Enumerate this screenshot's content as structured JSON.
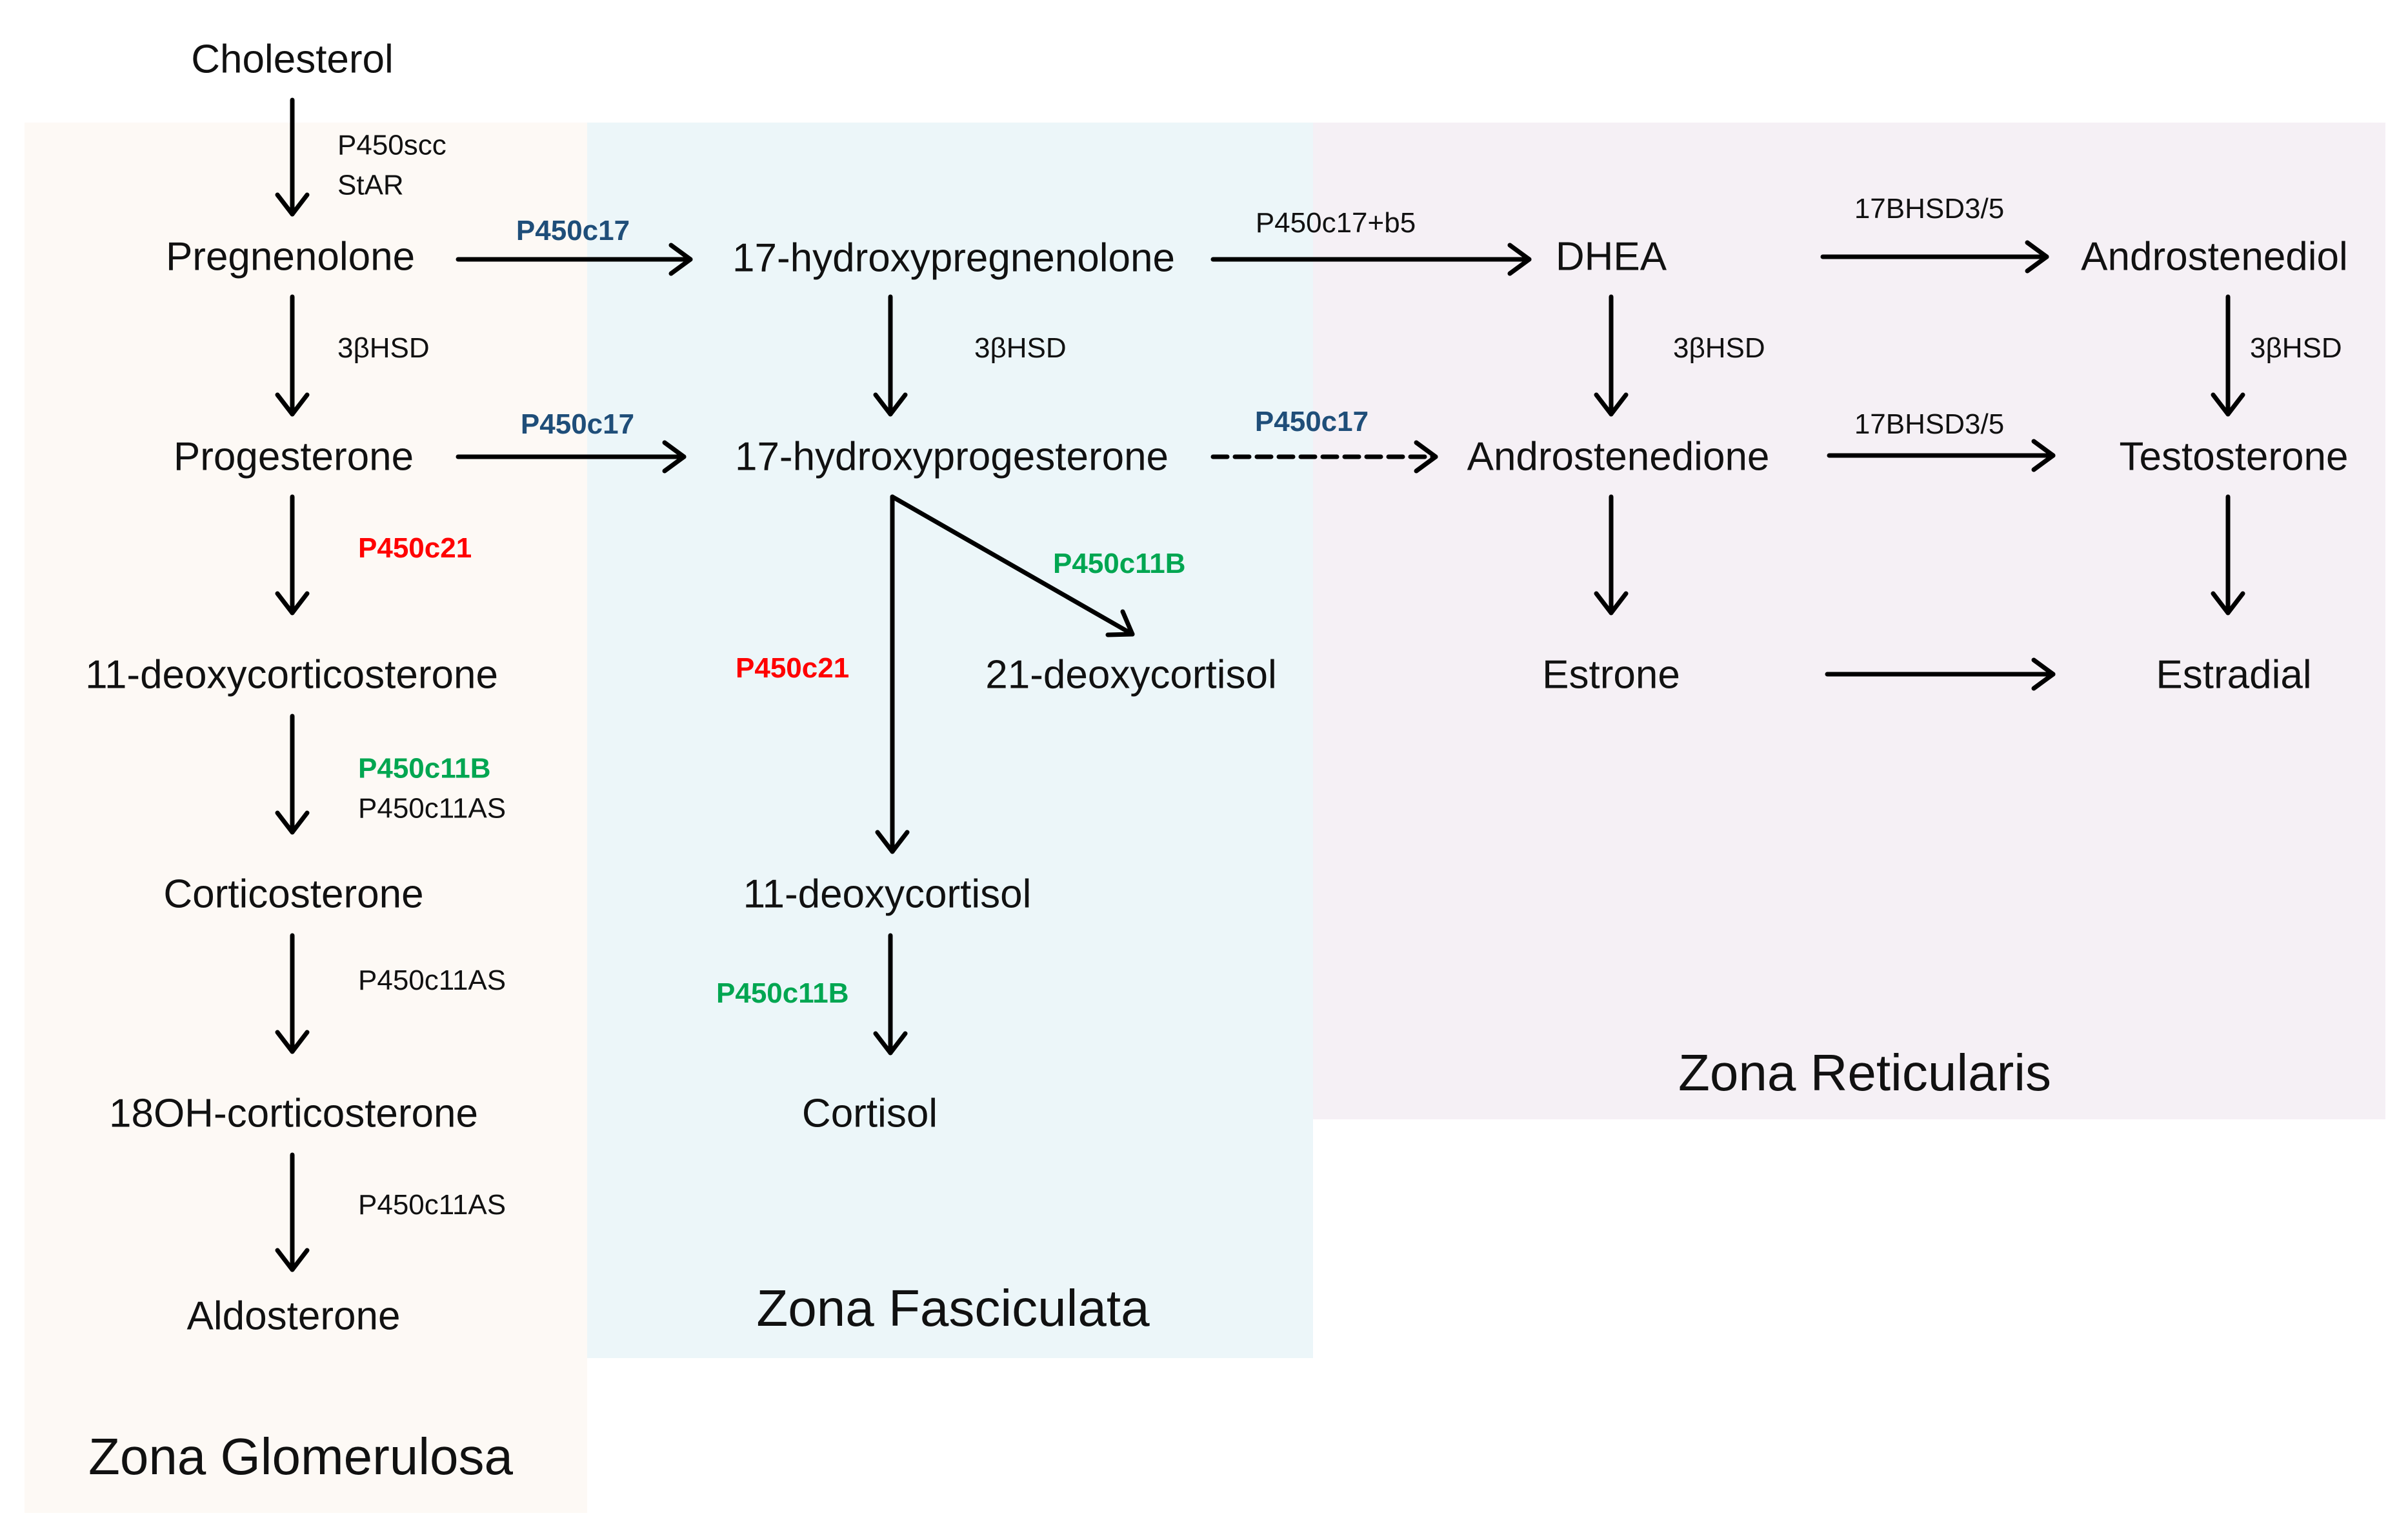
{
  "colors": {
    "arrow": "#000000",
    "enzyme_default": "#111111",
    "enzyme_blue": "#1f4e79",
    "enzyme_red": "#ff0000",
    "enzyme_green": "#00a651",
    "zone_glomerulosa_bg": "#fdf9f5",
    "zone_fasciculata_bg": "#ecf6f9",
    "zone_reticularis_bg": "#f5f0f5"
  },
  "zones": {
    "glomerulosa": "Zona Glomerulosa",
    "fasciculata": "Zona Fasciculata",
    "reticularis": "Zona Reticularis"
  },
  "nodes": {
    "cholesterol": "Cholesterol",
    "pregnenolone": "Pregnenolone",
    "hydroxypregnenolone": "17-hydroxypregnenolone",
    "dhea": "DHEA",
    "androstenediol": "Androstenediol",
    "progesterone": "Progesterone",
    "hydroxyprogesterone": "17-hydroxyprogesterone",
    "androstenedione": "Androstenedione",
    "testosterone": "Testosterone",
    "deoxycorticosterone": "11-deoxycorticosterone",
    "deoxycortisol21": "21-deoxycortisol",
    "estrone": "Estrone",
    "estradial": "Estradial",
    "corticosterone": "Corticosterone",
    "deoxycortisol11": "11-deoxycortisol",
    "hydroxycorticosterone18": "18OH-corticosterone",
    "cortisol": "Cortisol",
    "aldosterone": "Aldosterone"
  },
  "enzymes": {
    "p450scc": "P450scc",
    "star": "StAR",
    "p450c17_a": "P450c17",
    "p450c17_b5": "P450c17+b5",
    "hsd17_a": "17BHSD3/5",
    "hsd3b_a": "3βHSD",
    "hsd3b_b": "3βHSD",
    "hsd3b_c": "3βHSD",
    "hsd3b_d": "3βHSD",
    "p450c17_b": "P450c17",
    "p450c17_c": "P450c17",
    "hsd17_b": "17BHSD3/5",
    "p450c21_a": "P450c21",
    "p450c11b_a": "P450c11B",
    "p450c21_b": "P450c21",
    "p450c11b_b": "P450c11B",
    "p450c11as_a": "P450c11AS",
    "p450c11as_b": "P450c11AS",
    "p450c11as_c": "P450c11AS",
    "p450c11b_c": "P450c11B"
  }
}
